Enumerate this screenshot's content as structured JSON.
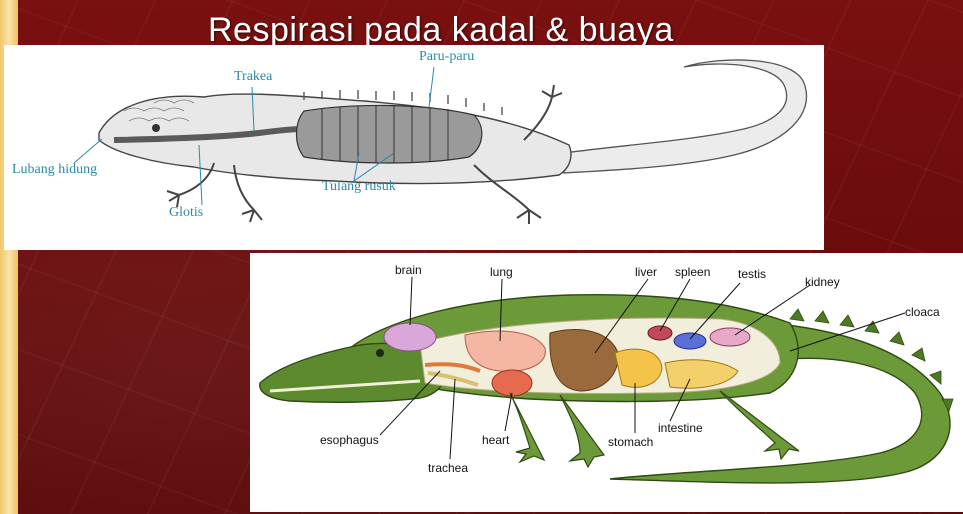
{
  "slide": {
    "title": "Respirasi pada kadal & buaya"
  },
  "lizard_diagram": {
    "labels": {
      "paru_paru": "Paru-paru",
      "trakea": "Trakea",
      "lubang_hidung": "Lubang hidung",
      "glotis": "Glotis",
      "tulang_rusuk": "Tulang rusuk"
    },
    "label_color": "#2a8aa8"
  },
  "crocodile_diagram": {
    "labels": {
      "brain": "brain",
      "lung": "lung",
      "liver": "liver",
      "spleen": "spleen",
      "testis": "testis",
      "kidney": "kidney",
      "cloaca": "cloaca",
      "esophagus": "esophagus",
      "heart": "heart",
      "stomach": "stomach",
      "intestine": "intestine",
      "trachea": "trachea"
    }
  },
  "colors": {
    "background": "#6e0c0c",
    "accent_strip": "#f3c766",
    "croc_green": "#5d8a2e"
  }
}
